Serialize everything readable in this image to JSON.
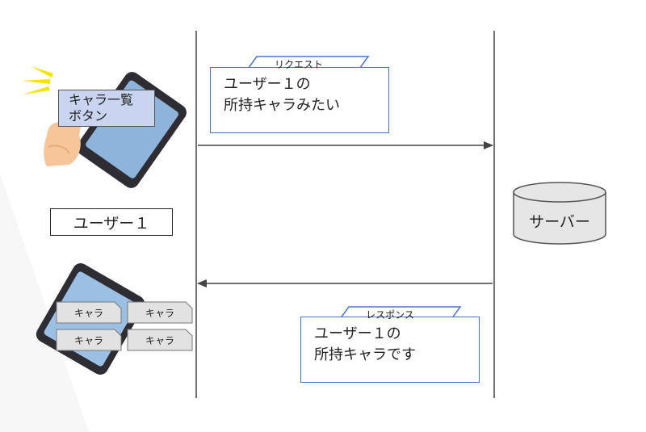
{
  "user": {
    "label": "ユーザー１"
  },
  "button": {
    "line1": "キャラ一覧",
    "line2": "ボタン"
  },
  "request": {
    "tab": "リクエスト",
    "line1": "ユーザー１の",
    "line2": "所持キャラみたい"
  },
  "response": {
    "tab": "レスポンス",
    "line1": "ユーザー１の",
    "line2": "所持キャラです"
  },
  "server": {
    "label": "サーバー"
  },
  "cards": [
    {
      "label": "キャラ"
    },
    {
      "label": "キャラ"
    },
    {
      "label": "キャラ"
    },
    {
      "label": "キャラ"
    }
  ],
  "colors": {
    "line": "#444444",
    "message_border": "#4a74c9",
    "button_fill": "#c9d4f0",
    "card_fill": "#e2e2e2",
    "server_fill": "#e6e6e6",
    "alert_rays": "#f5e300"
  }
}
